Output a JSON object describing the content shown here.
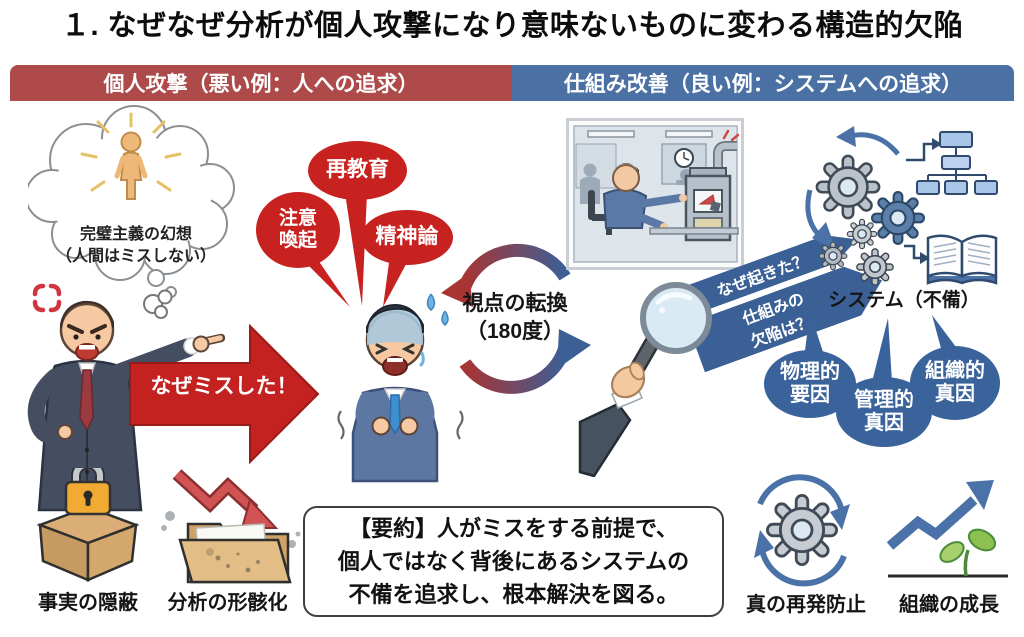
{
  "title": "１. なぜなぜ分析が個人攻撃になり意味ないものに変わる構造的欠陥",
  "left": {
    "header": "個人攻撃（悪い例：人への追求）",
    "thought_bubble": "完璧主義の幻想\n（人間はミスしない）",
    "bubble_attention": "注意\n喚起",
    "bubble_reeducation": "再教育",
    "bubble_spiritualism": "精神論",
    "arrow_label": "なぜミスした！",
    "hide_facts_label": "事実の隠蔽",
    "hollow_analysis_label": "分析の形骸化"
  },
  "center": {
    "pivot_label": "視点の転換\n（180度）"
  },
  "right": {
    "header": "仕組み改善（良い例：システムへの追求）",
    "question_why": "なぜ起きた？",
    "question_flaw": "仕組みの\n欠陥は？",
    "system_label": "システム（不備）",
    "cause_physical": "物理的\n要因",
    "cause_management": "管理的\n真因",
    "cause_organizational": "組織的\n真因",
    "prevention_label": "真の再発防止",
    "growth_label": "組織の成長"
  },
  "summary": "【要約】人がミスをする前提で、\n個人ではなく背後にあるシステムの\n不備を追求し、根本解決を図る。",
  "colors": {
    "left_header_bg": "#ae4a4a",
    "right_header_bg": "#4b70a3",
    "left_panel_bg": "#f7d9d7",
    "right_panel_bg": "#dce9f3",
    "red_accent": "#c82220",
    "blue_accent": "#3a639c"
  }
}
